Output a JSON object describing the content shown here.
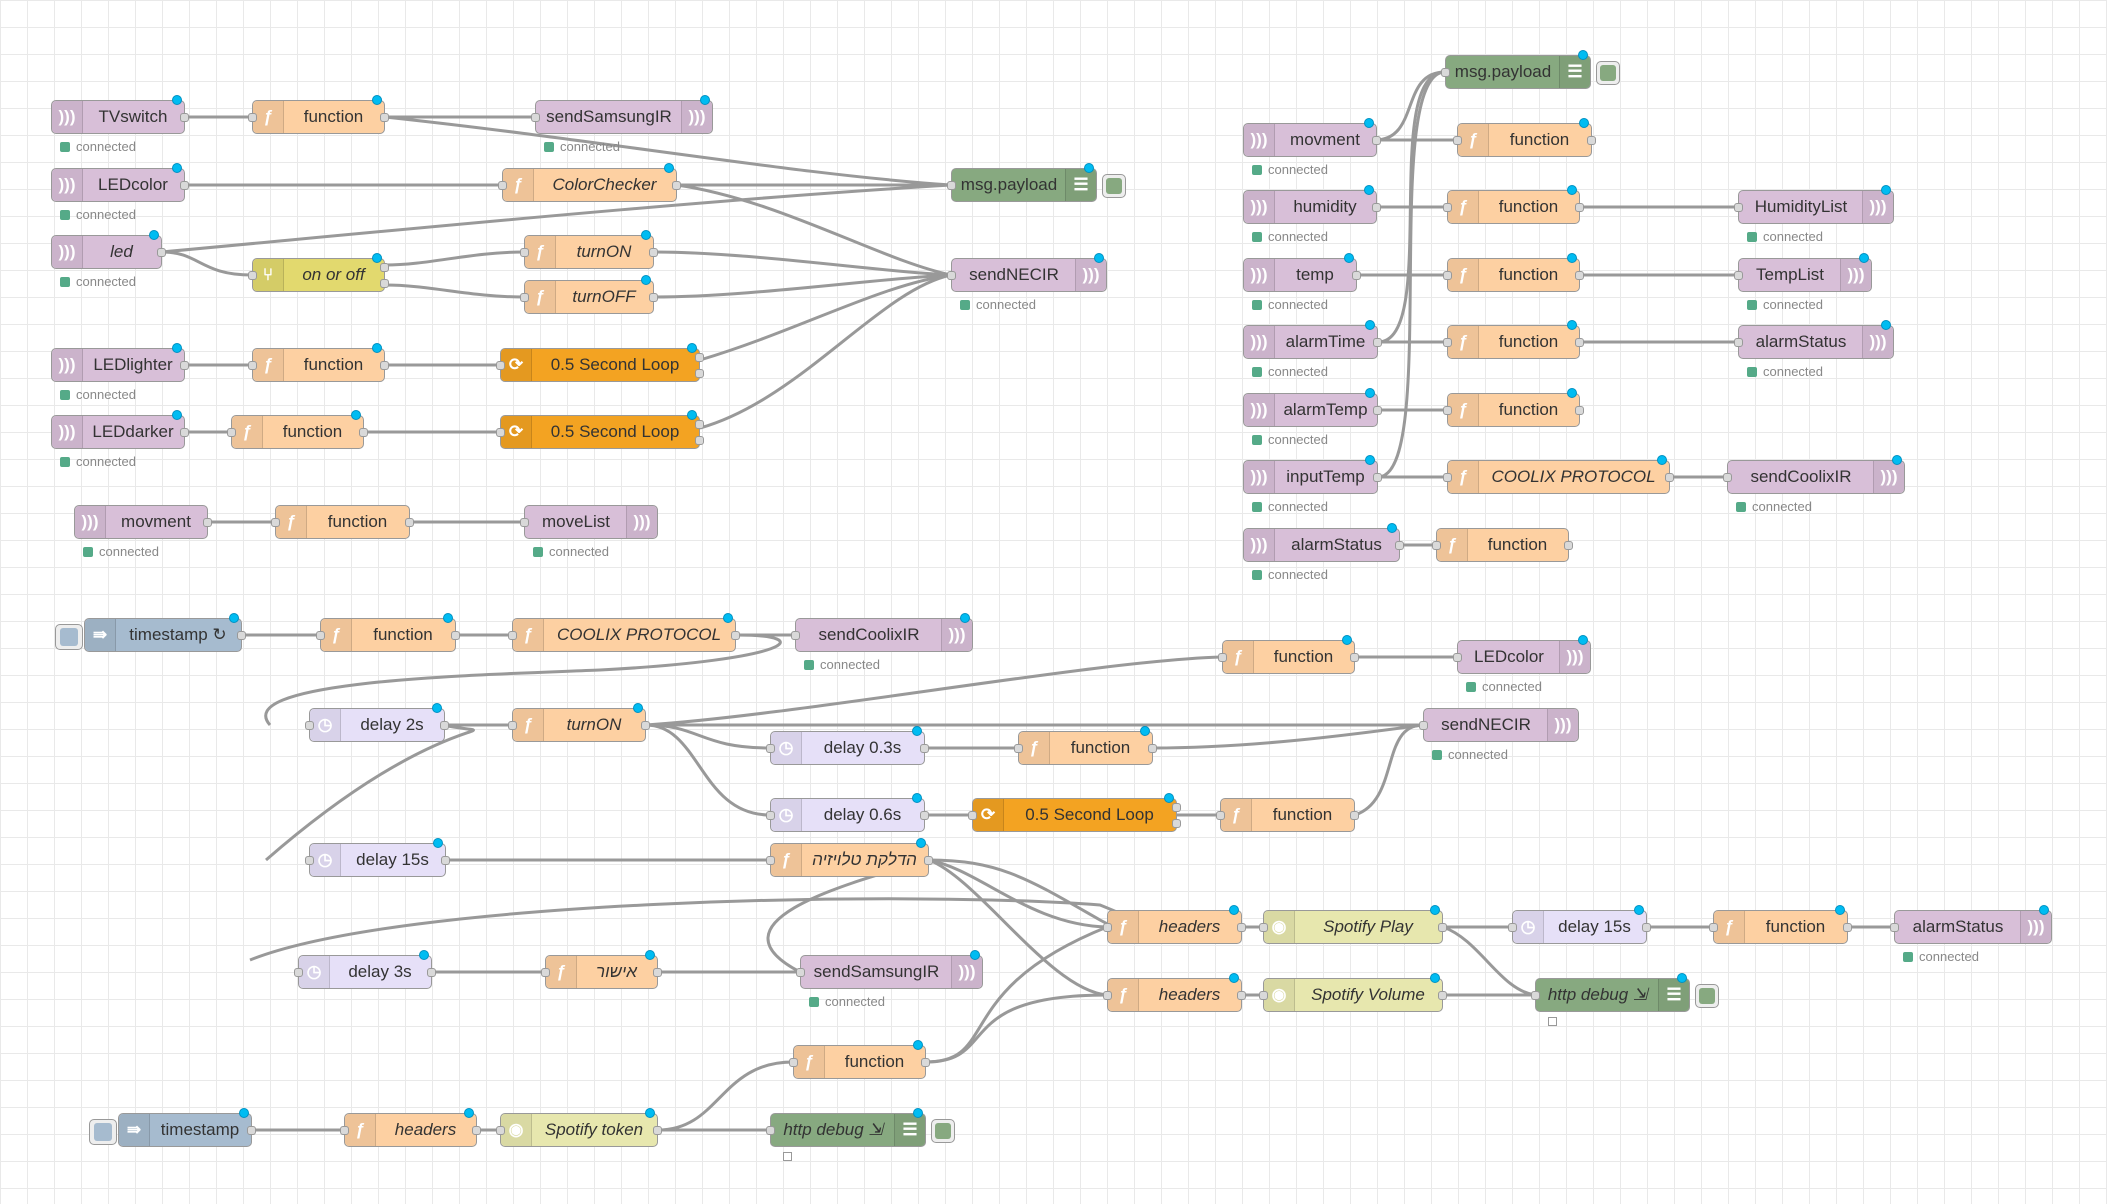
{
  "labels": {
    "function": "function",
    "connected": "connected",
    "loop": "0.5 Second Loop",
    "msg_payload": "msg.payload",
    "send_nec": "sendNECIR",
    "send_samsung": "sendSamsungIR",
    "send_coolix": "sendCoolixIR",
    "coolix_protocol": "COOLIX PROTOCOL",
    "turn_on": "turnON",
    "turn_off": "turnOFF",
    "headers": "headers",
    "http_debug": "http debug ⇲",
    "led_color": "LEDcolor",
    "alarm_status": "alarmStatus",
    "movment": "movment",
    "delay_15s": "delay 15s"
  },
  "nodes": {
    "tvswitch": "TVswitch",
    "ledcolor_in": "LEDcolor",
    "led_in": "led",
    "ledlighter": "LEDlighter",
    "leddarker": "LEDdarker",
    "movelist": "moveList",
    "colorchecker": "ColorChecker",
    "on_or_off": "on or off",
    "humidity": "humidity",
    "temp": "temp",
    "alarmtime": "alarmTime",
    "alarmtemp": "alarmTemp",
    "inputtemp": "inputTemp",
    "humiditylist": "HumidityList",
    "templist": "TempList",
    "timestamp_loop": "timestamp ↻",
    "timestamp": "timestamp",
    "delay_2s": "delay 2s",
    "delay_03s": "delay 0.3s",
    "delay_06s": "delay 0.6s",
    "delay_3s": "delay 3s",
    "tv_on_he": "הדלקת טלויזיה",
    "confirm_he": "אישור",
    "spotify_play": "Spotify Play",
    "spotify_volume": "Spotify Volume",
    "spotify_token": "Spotify token"
  },
  "colors": {
    "input_node": "#d8bfd8",
    "function_node": "#fdd0a2",
    "debug_node": "#87a980",
    "switch_node": "#e2d96e",
    "loop_node": "#f3a322",
    "delay_node": "#e6e0f8",
    "inject_node": "#a6bbcf",
    "http_node": "#e7e7ae",
    "status_connected": "#5a8",
    "port_dot": "#00bcf2",
    "wire": "#999999"
  },
  "icons": {
    "input_node": "wifi-waves-icon",
    "function_node": "function-f-icon",
    "switch_node": "switch-branch-icon",
    "loop_node": "loop-cycle-icon",
    "delay_node": "timer-clock-icon",
    "inject_node": "inject-arrow-icon",
    "http_node": "globe-icon",
    "debug_node": "debug-list-icon"
  }
}
